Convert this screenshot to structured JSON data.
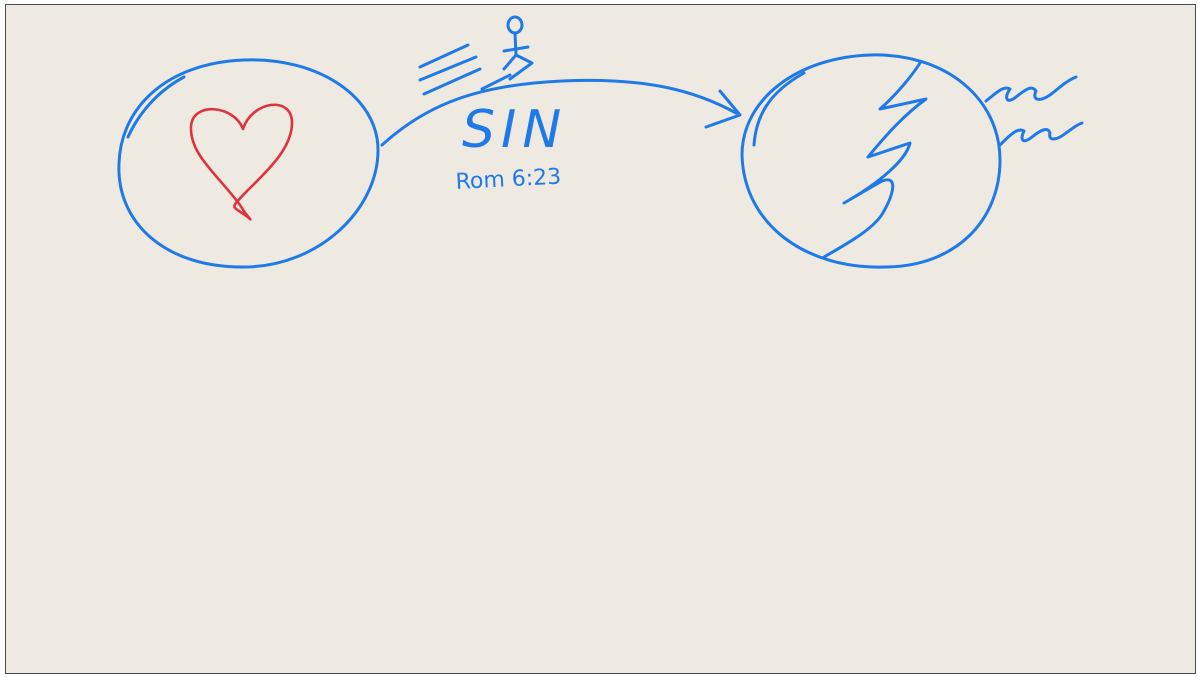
{
  "colors": {
    "background": "#EEEAE1",
    "frame_border": "#4A4A4A",
    "ink_blue": "#1F7AE8",
    "ink_red": "#E0323C"
  },
  "drawing": {
    "sin_label": "SIN",
    "verse_label": "Rom 6:23",
    "icons": {
      "left_circle": "circle-outline",
      "heart": "heart-icon",
      "arrow": "curved-arrow-right",
      "figure": "stick-figure-icon",
      "speed_lines": "speed-lines-icon",
      "right_circle": "circle-outline",
      "lightning": "zigzag-crack-icon",
      "scribbles": "scribble-marks-icon"
    }
  }
}
